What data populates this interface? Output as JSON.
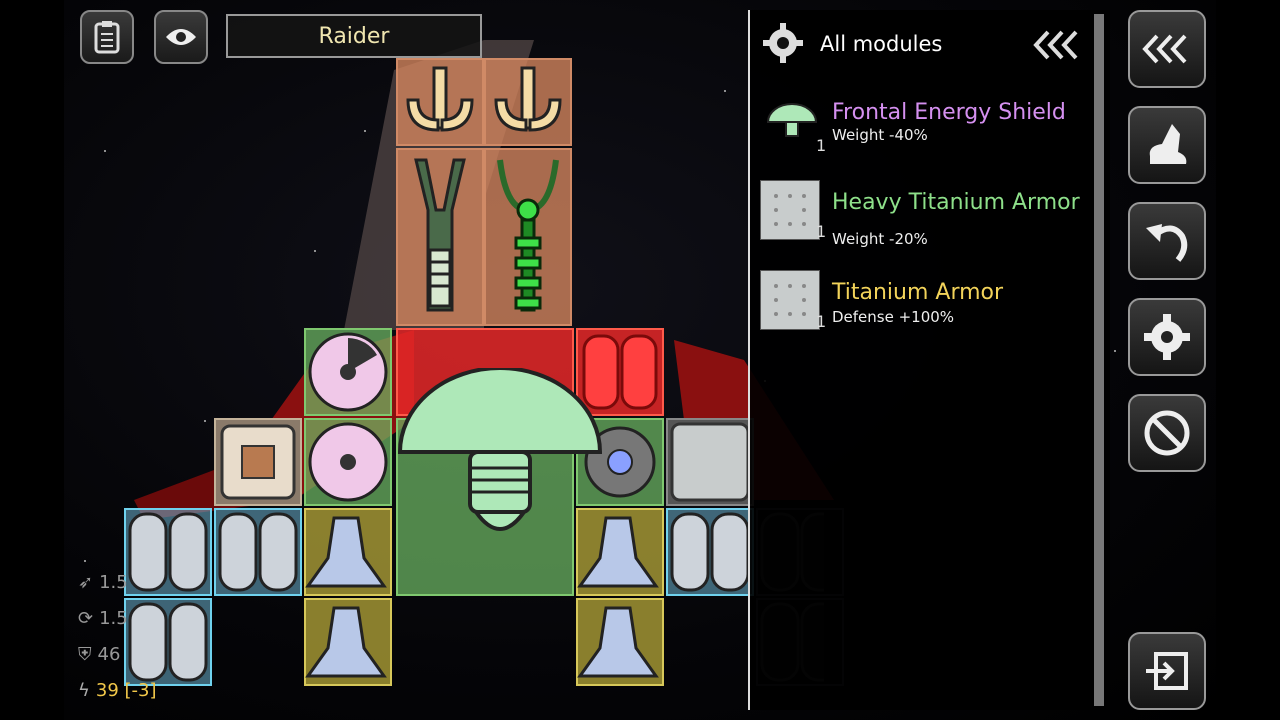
{
  "ship": {
    "name": "Raider"
  },
  "panel": {
    "header": "All modules",
    "modules": [
      {
        "name": "Frontal Energy Shield",
        "color": "#d590f0",
        "effect": "Weight -40%",
        "count": "1"
      },
      {
        "name": "Heavy Titanium Armor",
        "color": "#8ee08a",
        "effect": "Weight -20%",
        "count": "1"
      },
      {
        "name": "Titanium Armor",
        "color": "#f2d35a",
        "effect": "Defense +100%",
        "count": "1"
      }
    ]
  },
  "stats": {
    "speed": "1.5",
    "turn": "1.5",
    "defense": "46",
    "energy": "39 [-3]"
  },
  "icons": {
    "top_left": [
      "clipboard-icon",
      "eye-icon"
    ],
    "panel": [
      "gear-icon",
      "collapse-chevrons-icon"
    ],
    "right_toolbar": [
      "collapse-chevrons-icon",
      "boot-icon",
      "undo-icon",
      "gear-icon",
      "forbidden-icon",
      "exit-icon"
    ]
  }
}
